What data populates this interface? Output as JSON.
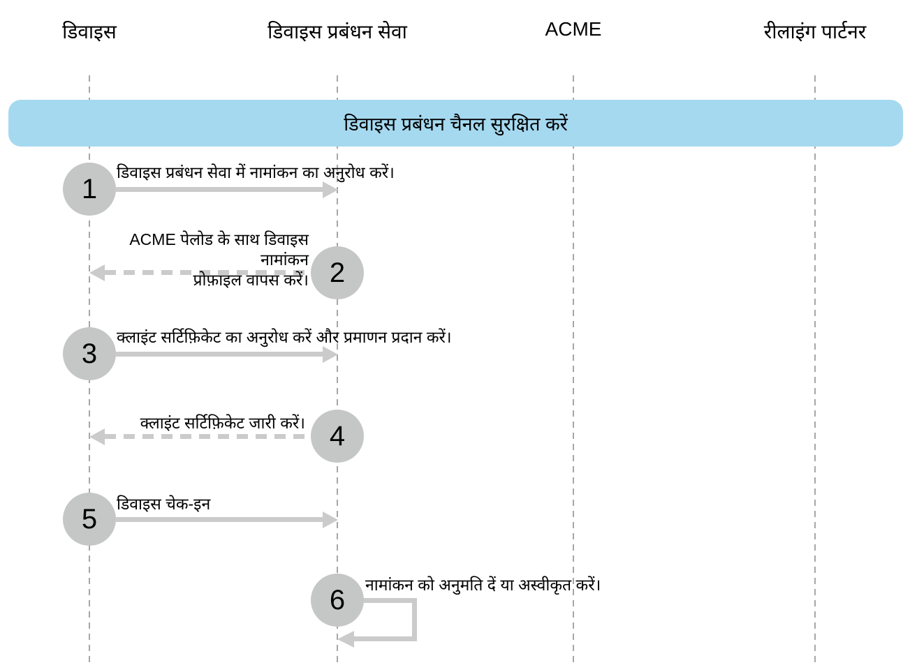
{
  "diagram": {
    "title_note": "डिवाइस प्रबंधन चैनल सुरक्षित करें",
    "colors": {
      "banner_bg": "#a5d9f0",
      "circle_bg": "#c5c6c6",
      "arrow": "#cbcbcb",
      "lifeline": "#a6a6a6",
      "text": "#000000",
      "background": "#ffffff"
    },
    "actors": [
      {
        "label": "डिवाइस"
      },
      {
        "label": "डिवाइस प्रबंधन सेवा"
      },
      {
        "label": "ACME"
      },
      {
        "label": "रीलाइंग पार्टनर"
      }
    ],
    "banner": {
      "label": "डिवाइस प्रबंधन चैनल सुरक्षित करें"
    },
    "steps": [
      {
        "number": "1",
        "label": "डिवाइस प्रबंधन सेवा में नामांकन का अनुरोध करें।",
        "from": "डिवाइस",
        "to": "डिवाइस प्रबंधन सेवा",
        "style": "solid-right"
      },
      {
        "number": "2",
        "label": "ACME पेलोड के साथ डिवाइस नामांकन प्रोफ़ाइल वापस करें।",
        "label_line1": "ACME पेलोड के साथ डिवाइस नामांकन",
        "label_line2": "प्रोफ़ाइल वापस करें।",
        "from": "डिवाइस प्रबंधन सेवा",
        "to": "डिवाइस",
        "style": "dashed-left"
      },
      {
        "number": "3",
        "label": "क्लाइंट सर्टिफ़िकेट का अनुरोध करें और प्रमाणन प्रदान करें।",
        "from": "डिवाइस",
        "to": "डिवाइस प्रबंधन सेवा",
        "style": "solid-right"
      },
      {
        "number": "4",
        "label": "क्लाइंट सर्टिफ़िकेट जारी करें।",
        "from": "डिवाइस प्रबंधन सेवा",
        "to": "डिवाइस",
        "style": "dashed-left"
      },
      {
        "number": "5",
        "label": "डिवाइस चेक-इन",
        "from": "डिवाइस",
        "to": "डिवाइस प्रबंधन सेवा",
        "style": "solid-right"
      },
      {
        "number": "6",
        "label": "नामांकन को अनुमति दें या अस्वीकृत करें।",
        "from": "डिवाइस प्रबंधन सेवा",
        "to": "डिवाइस प्रबंधन सेवा",
        "style": "self-loop"
      }
    ]
  }
}
